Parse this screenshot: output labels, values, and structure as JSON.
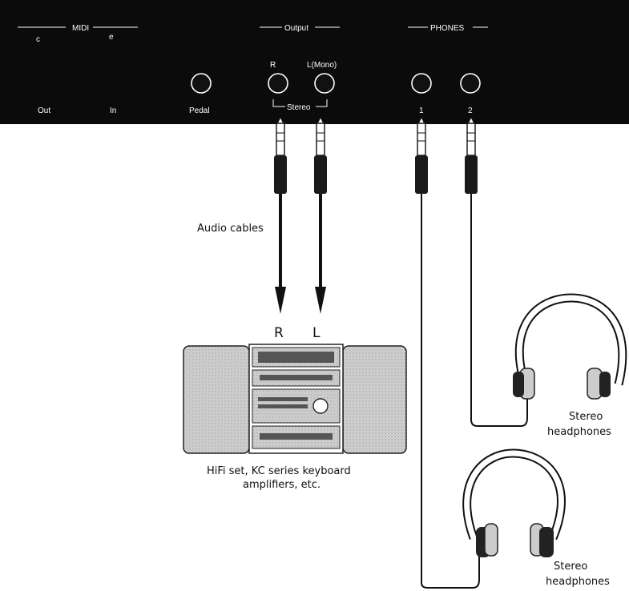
{
  "panel": {
    "midi_label": "MIDI",
    "midi_out": "Out",
    "midi_in": "In",
    "pedal": "Pedal",
    "output_label": "Output",
    "output_r": "R",
    "output_l": "L(Mono)",
    "stereo": "Stereo",
    "phones_label": "PHONES",
    "phones_1": "1",
    "phones_2": "2"
  },
  "labels": {
    "audio_cables": "Audio cables",
    "amp_r": "R",
    "amp_l": "L",
    "hifi_line1": "HiFi set, KC series keyboard",
    "hifi_line2": "amplifiers, etc.",
    "headphones_a_line1": "Stereo",
    "headphones_a_line2": "headphones",
    "headphones_b_line1": "Stereo",
    "headphones_b_line2": "headphones"
  }
}
